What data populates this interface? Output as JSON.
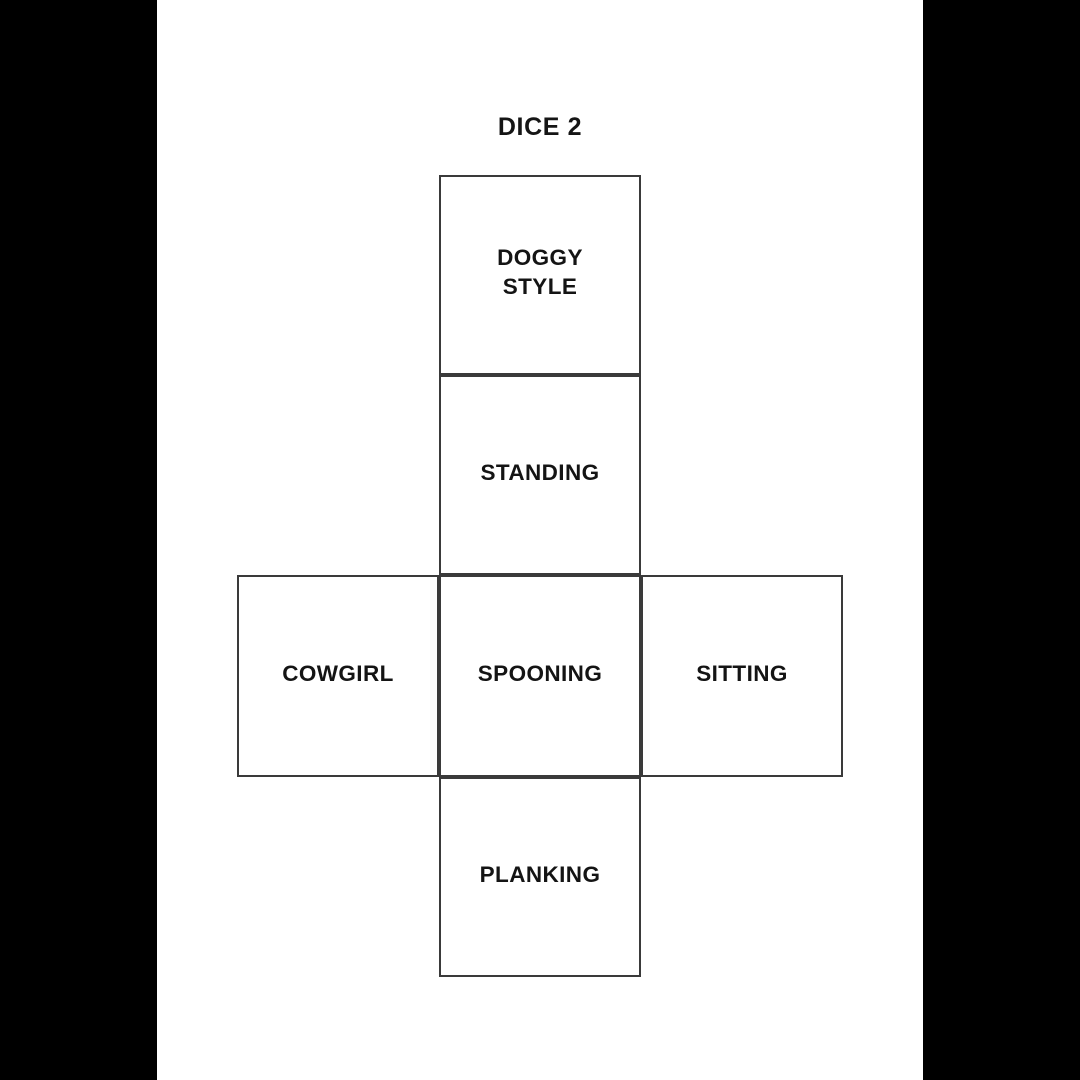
{
  "page": {
    "title": "DICE 2",
    "background_color": "#ffffff",
    "letterbox_color": "#000000",
    "text_color": "#141414",
    "border_color": "#3a3a3a"
  },
  "dice_net": {
    "shape": "cross",
    "faces": [
      {
        "position": "top",
        "label": "DOGGY\nSTYLE"
      },
      {
        "position": "upper",
        "label": "STANDING"
      },
      {
        "position": "left",
        "label": "COWGIRL"
      },
      {
        "position": "center",
        "label": "SPOONING"
      },
      {
        "position": "right",
        "label": "SITTING"
      },
      {
        "position": "bottom",
        "label": "PLANKING"
      }
    ]
  }
}
